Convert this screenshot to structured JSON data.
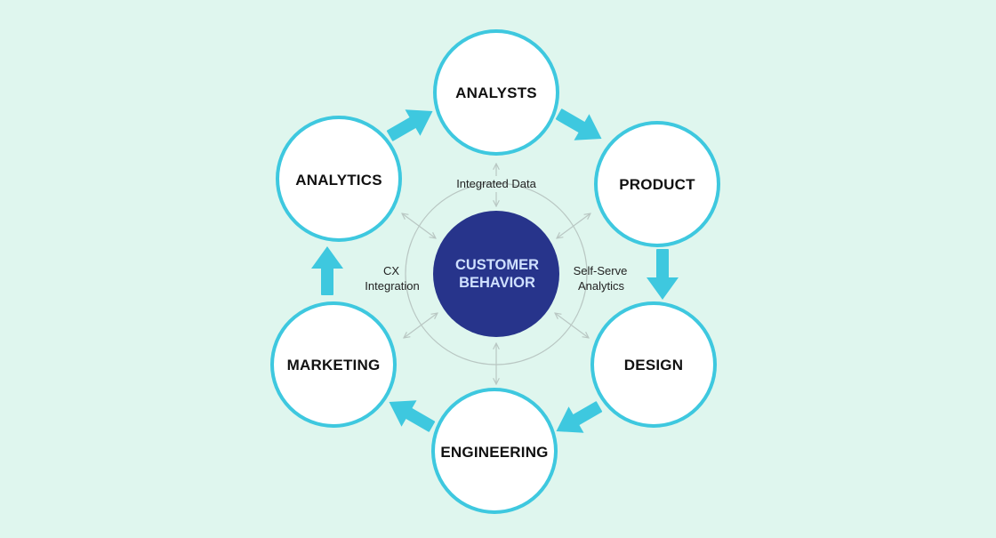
{
  "center": {
    "line1": "CUSTOMER",
    "line2": "BEHAVIOR"
  },
  "nodes": {
    "analysts": "ANALYSTS",
    "product": "PRODUCT",
    "design": "DESIGN",
    "engineering": "ENGINEERING",
    "marketing": "MARKETING",
    "analytics": "ANALYTICS"
  },
  "ring_labels": {
    "top": "Integrated Data",
    "right_line1": "Self-Serve",
    "right_line2": "Analytics",
    "left_line1": "CX",
    "left_line2": "Integration"
  },
  "colors": {
    "background": "#dff6ee",
    "node_fill": "#ffffff",
    "node_stroke": "#3ec8df",
    "arrow": "#3ec8df",
    "center_fill": "#27348b",
    "center_text": "#cfe0ff",
    "ring_stroke": "#b9c7c3"
  }
}
